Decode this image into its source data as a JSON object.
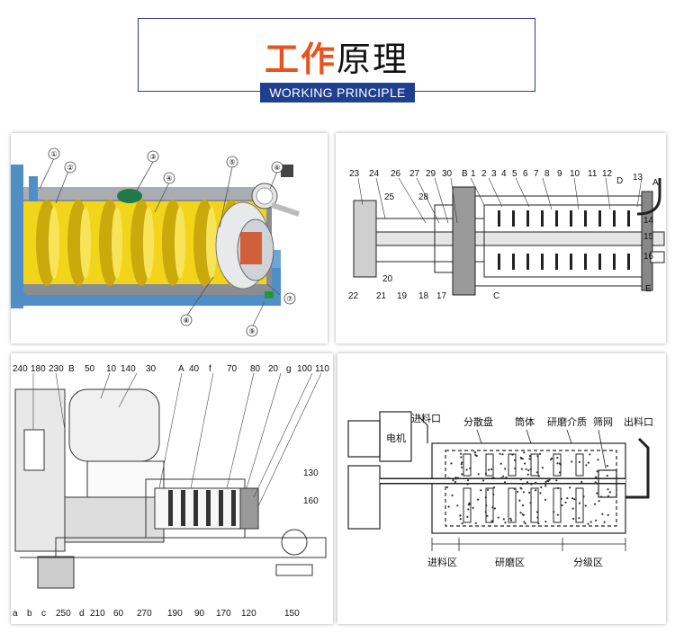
{
  "header": {
    "title_orange": "工作",
    "title_black": "原理",
    "subtitle": "WORKING PRINCIPLE"
  },
  "panel1": {
    "callouts": [
      "①",
      "②",
      "③",
      "④",
      "⑤",
      "⑥",
      "⑦",
      "⑧",
      "⑨"
    ]
  },
  "panel2": {
    "top_labels": [
      "23",
      "24",
      "26",
      "27",
      "29",
      "30",
      "B",
      "1",
      "2",
      "3",
      "4",
      "5",
      "6",
      "7",
      "8",
      "9",
      "10",
      "11",
      "12",
      "D",
      "13",
      "A"
    ],
    "side_labels": [
      "14",
      "15",
      "16",
      "E"
    ],
    "inner_labels": [
      "25",
      "28",
      "20"
    ],
    "bottom_labels": [
      "22",
      "21",
      "19",
      "18",
      "17",
      "C"
    ]
  },
  "panel3": {
    "top_labels": [
      "240",
      "180",
      "230",
      "B",
      "50",
      "10",
      "140",
      "30",
      "A",
      "40",
      "f",
      "70",
      "80",
      "20",
      "g",
      "100",
      "110"
    ],
    "side_labels": [
      "130",
      "160"
    ],
    "bottom_labels": [
      "a",
      "b",
      "c",
      "250",
      "d",
      "210",
      "60",
      "270",
      "190",
      "90",
      "170",
      "120",
      "150"
    ]
  },
  "panel4": {
    "labels": {
      "feed_inlet": "进料口",
      "motor": "电机",
      "disperser": "分散盘",
      "cylinder": "筒体",
      "media": "研磨介质",
      "screen": "筛网",
      "outlet": "出料口",
      "feed_zone": "进料区",
      "grinding_zone": "研磨区",
      "classifying_zone": "分级区"
    }
  },
  "colors": {
    "accent_orange": "#e8521d",
    "header_blue": "#1f3f8f",
    "rotor_yellow": "#f2d51a",
    "shell_blue": "#4f8fc6",
    "flange_green": "#1e7a4a"
  }
}
